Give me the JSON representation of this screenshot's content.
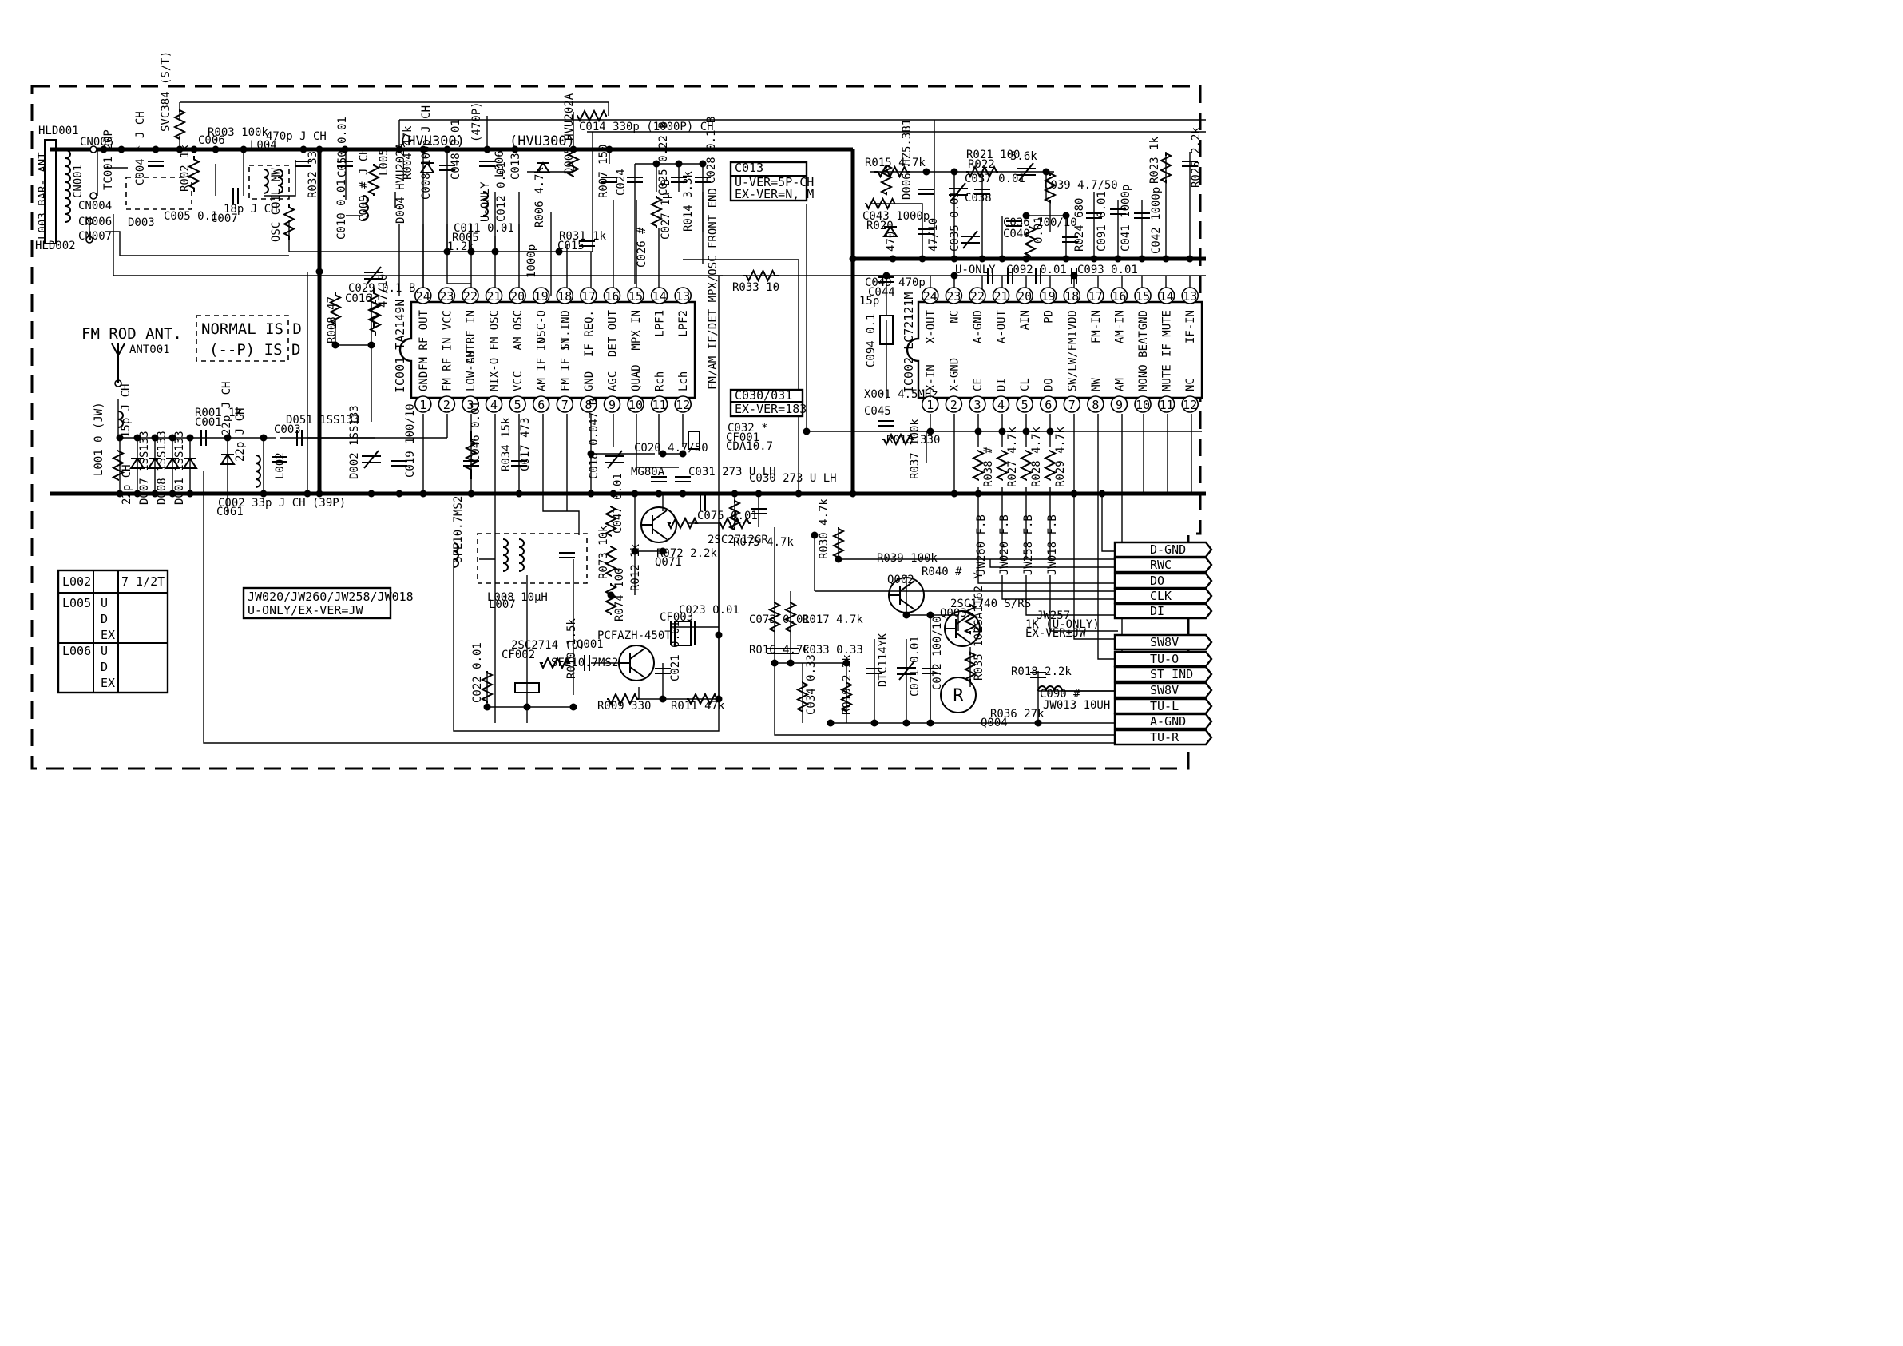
{
  "ic001": {
    "name": "IC001 TA2149N",
    "section_label": "FM/AM IF/DET MPX/OSC FRONT END",
    "top_pins": [
      {
        "num": "24",
        "label": "FM RF OUT"
      },
      {
        "num": "23",
        "label": "VCC"
      },
      {
        "num": "22",
        "label": "AM RF IN"
      },
      {
        "num": "21",
        "label": "FM OSC"
      },
      {
        "num": "20",
        "label": "AM OSC"
      },
      {
        "num": "19",
        "label": "OSC-O"
      },
      {
        "num": "18",
        "label": "ST.IND"
      },
      {
        "num": "17",
        "label": "IF REQ."
      },
      {
        "num": "16",
        "label": "DET OUT"
      },
      {
        "num": "15",
        "label": "MPX IN"
      },
      {
        "num": "14",
        "label": "LPF1"
      },
      {
        "num": "13",
        "label": "LPF2"
      }
    ],
    "bottom_pins": [
      {
        "num": "1",
        "label": "GND"
      },
      {
        "num": "2",
        "label": "FM RF IN"
      },
      {
        "num": "3",
        "label": "LOW-CUT"
      },
      {
        "num": "4",
        "label": "MIX-O"
      },
      {
        "num": "5",
        "label": "VCC"
      },
      {
        "num": "6",
        "label": "AM IF IN"
      },
      {
        "num": "7",
        "label": "FM IF IN"
      },
      {
        "num": "8",
        "label": "GND"
      },
      {
        "num": "9",
        "label": "AGC"
      },
      {
        "num": "10",
        "label": "QUAD"
      },
      {
        "num": "11",
        "label": "Rch"
      },
      {
        "num": "12",
        "label": "Lch"
      }
    ]
  },
  "ic002": {
    "name": "IC002 LC72121M",
    "top_pins": [
      {
        "num": "24",
        "label": "X-OUT"
      },
      {
        "num": "23",
        "label": "NC"
      },
      {
        "num": "22",
        "label": "A-GND"
      },
      {
        "num": "21",
        "label": "A-OUT"
      },
      {
        "num": "20",
        "label": "AIN"
      },
      {
        "num": "19",
        "label": "PD"
      },
      {
        "num": "18",
        "label": "VDD"
      },
      {
        "num": "17",
        "label": "FM-IN"
      },
      {
        "num": "16",
        "label": "AM-IN"
      },
      {
        "num": "15",
        "label": "GND"
      },
      {
        "num": "14",
        "label": "IF MUTE"
      },
      {
        "num": "13",
        "label": "IF-IN"
      }
    ],
    "bottom_pins": [
      {
        "num": "1",
        "label": "X-IN"
      },
      {
        "num": "2",
        "label": "X-GND"
      },
      {
        "num": "3",
        "label": "CE"
      },
      {
        "num": "4",
        "label": "DI"
      },
      {
        "num": "5",
        "label": "CL"
      },
      {
        "num": "6",
        "label": "DO"
      },
      {
        "num": "7",
        "label": "SW/LW/FM1"
      },
      {
        "num": "8",
        "label": "MW"
      },
      {
        "num": "9",
        "label": "AM"
      },
      {
        "num": "10",
        "label": "MONO BEAT"
      },
      {
        "num": "11",
        "label": "MUTE"
      },
      {
        "num": "12",
        "label": "NC"
      }
    ]
  },
  "notes": {
    "c013": {
      "title": "C013",
      "line1": "U-VER=5P-CH",
      "line2": "EX-VER=N, M"
    },
    "c030": {
      "title": "C030/031",
      "line1": "EX-VER=183"
    },
    "normal": {
      "line1": "NORMAL IS D",
      "line2": "(--P)  IS D"
    },
    "jw": {
      "line1": "JW020/JW260/JW258/JW018",
      "line2": "U-ONLY/EX-VER=JW"
    },
    "hvu_left": "(HVU300)",
    "hvu_right": "(HVU300)",
    "fm_rod_ant": "FM ROD ANT.",
    "ant001": "ANT001"
  },
  "connectors": [
    "D-GND",
    "RWC",
    "DO",
    "CLK",
    "DI",
    "SW8V",
    "TU-O",
    "ST IND",
    "SW8V",
    "TU-L",
    "A-GND",
    "TU-R"
  ],
  "coil_table": {
    "r1": {
      "part": "L002",
      "value": "7 1/2T"
    },
    "r2": {
      "part": "L005",
      "v1": "U",
      "v2": "D",
      "v3": "EX"
    },
    "r3": {
      "part": "L006",
      "v1": "U",
      "v2": "D",
      "v3": "EX"
    }
  },
  "labels": [
    {
      "t": "HLD001"
    },
    {
      "t": "HLD002"
    },
    {
      "t": "L003 BAR- ANT"
    },
    {
      "t": "CN005"
    },
    {
      "t": "CN004"
    },
    {
      "t": "CN006"
    },
    {
      "t": "CN007"
    },
    {
      "t": "CN001"
    },
    {
      "t": "TC001 20P"
    },
    {
      "t": "C004 * J CH"
    },
    {
      "t": "C005 0.1"
    },
    {
      "t": "D003"
    },
    {
      "t": "SVC384 (S/T)"
    },
    {
      "t": "R002 1k"
    },
    {
      "t": "R003 100k"
    },
    {
      "t": "C006"
    },
    {
      "t": "18p J CH"
    },
    {
      "t": "C007"
    },
    {
      "t": "470p J CH"
    },
    {
      "t": "L004"
    },
    {
      "t": "OSC COIL MW"
    },
    {
      "t": "R032 33"
    },
    {
      "t": "C050 0.01"
    },
    {
      "t": "C010 0.01"
    },
    {
      "t": "C009 # J CH"
    },
    {
      "t": "L005"
    },
    {
      "t": "R004 47k"
    },
    {
      "t": "D004 HVU202A"
    },
    {
      "t": "C008 100p J CH"
    },
    {
      "t": "(470P)"
    },
    {
      "t": "C048 0.01"
    },
    {
      "t": "C011 0.01"
    },
    {
      "t": "R005"
    },
    {
      "t": "1.2k"
    },
    {
      "t": "U-ONLY"
    },
    {
      "t": "L006"
    },
    {
      "t": "C012 0.01"
    },
    {
      "t": "C013"
    },
    {
      "t": "D005 HVU202A"
    },
    {
      "t": "R006 4.7k"
    },
    {
      "t": "C014 330p (1000P) CH"
    },
    {
      "t": "R031 1k"
    },
    {
      "t": "C015"
    },
    {
      "t": "1000p"
    },
    {
      "t": "R007 150"
    },
    {
      "t": "C024"
    },
    {
      "t": "C026 #"
    },
    {
      "t": "C025 0.22 B"
    },
    {
      "t": "C027 1μ B"
    },
    {
      "t": "R014 3.3k"
    },
    {
      "t": "C028 0.1 B"
    },
    {
      "t": "C029 0.1 B"
    },
    {
      "t": "C016"
    },
    {
      "t": "47/10"
    },
    {
      "t": "R008 47"
    },
    {
      "t": "R033 10"
    },
    {
      "t": "R015 4.7k"
    },
    {
      "t": "R021 100"
    },
    {
      "t": "R022"
    },
    {
      "t": "5.6k"
    },
    {
      "t": "C039 4.7/50"
    },
    {
      "t": "R023 1k"
    },
    {
      "t": "R025 2.2k"
    },
    {
      "t": "C043 1000p"
    },
    {
      "t": "R020"
    },
    {
      "t": "470"
    },
    {
      "t": "D006 HZ5.3B1"
    },
    {
      "t": "C037 0.01"
    },
    {
      "t": "C038"
    },
    {
      "t": "47/10"
    },
    {
      "t": "C035 0.01"
    },
    {
      "t": "C036 100/10"
    },
    {
      "t": "C040"
    },
    {
      "t": "0.01"
    },
    {
      "t": "R024 680"
    },
    {
      "t": "C091 0.01"
    },
    {
      "t": "C041 1000p"
    },
    {
      "t": "C042 1000p"
    },
    {
      "t": "C049 470p"
    },
    {
      "t": "C044"
    },
    {
      "t": "15p"
    },
    {
      "t": "U-ONLY"
    },
    {
      "t": "C092 0.01"
    },
    {
      "t": "C093 0.01"
    },
    {
      "t": "C094 0.1"
    },
    {
      "t": "X001 4.5MHz"
    },
    {
      "t": "C045"
    },
    {
      "t": "15p J CH"
    },
    {
      "t": "L001 0 (JW)"
    },
    {
      "t": "R001 1k"
    },
    {
      "t": "C001"
    },
    {
      "t": "22p J CH"
    },
    {
      "t": "D051 1SS133"
    },
    {
      "t": "C003"
    },
    {
      "t": "22p J CH"
    },
    {
      "t": "L002"
    },
    {
      "t": "C002 33p J CH (39P)"
    },
    {
      "t": "C061"
    },
    {
      "t": "22p CH"
    },
    {
      "t": "D007 1SS133"
    },
    {
      "t": "D008 1SS133"
    },
    {
      "t": "D001 1SS133"
    },
    {
      "t": "D002 1SS133"
    },
    {
      "t": "C019 100/10"
    },
    {
      "t": "C046 0.01"
    },
    {
      "t": "R034 15k"
    },
    {
      "t": "C017 473"
    },
    {
      "t": "C018 0.047 B"
    },
    {
      "t": "C020 4.7/50"
    },
    {
      "t": "C032 *"
    },
    {
      "t": "CF001"
    },
    {
      "t": "CDA10.7"
    },
    {
      "t": "MG80A"
    },
    {
      "t": "C031 273 U LH"
    },
    {
      "t": "C030 273 U LH"
    },
    {
      "t": "C075 0.01"
    },
    {
      "t": "C047 0.01"
    },
    {
      "t": "R072 2.2k"
    },
    {
      "t": "Q071"
    },
    {
      "t": "2SC2712GR"
    },
    {
      "t": "R075 4.7k"
    },
    {
      "t": "R073 10k"
    },
    {
      "t": "R012 1k"
    },
    {
      "t": "R074 100"
    },
    {
      "t": "C023 0.01"
    },
    {
      "t": "CF003"
    },
    {
      "t": "SFE10.7MS2"
    },
    {
      "t": "L008 10μH"
    },
    {
      "t": "L007"
    },
    {
      "t": "PCFAZH-450T"
    },
    {
      "t": "Q001"
    },
    {
      "t": "2SC2714 (O)"
    },
    {
      "t": "CF002"
    },
    {
      "t": "SFE10.7MS2"
    },
    {
      "t": "R010 1.5k"
    },
    {
      "t": "C021 0.01"
    },
    {
      "t": "C022 0.01"
    },
    {
      "t": "R009 330"
    },
    {
      "t": "R011 47k"
    },
    {
      "t": "R013 330"
    },
    {
      "t": "R037 100k"
    },
    {
      "t": "R038 #"
    },
    {
      "t": "R027 4.7k"
    },
    {
      "t": "R028 4.7k"
    },
    {
      "t": "R029 4.7k"
    },
    {
      "t": "R030 4.7k"
    },
    {
      "t": "R039 100k"
    },
    {
      "t": "R040 #"
    },
    {
      "t": "Q002"
    },
    {
      "t": "2SC1740 S/RS"
    },
    {
      "t": "Q003"
    },
    {
      "t": "2SA1162 Y"
    },
    {
      "t": "R035 10k"
    },
    {
      "t": "R036 27k"
    },
    {
      "t": "Q004"
    },
    {
      "t": "DTC114YK"
    },
    {
      "t": "C071 0.01"
    },
    {
      "t": "C072 100/10"
    },
    {
      "t": "C073 0.01"
    },
    {
      "t": "R017 4.7k"
    },
    {
      "t": "R016 4.7k"
    },
    {
      "t": "C033 0.33"
    },
    {
      "t": "C034 0.33"
    },
    {
      "t": "R019 2.2k"
    },
    {
      "t": "R018 2.2k"
    },
    {
      "t": "C090 #"
    },
    {
      "t": "JW013 10UH"
    },
    {
      "t": "JW257"
    },
    {
      "t": "1K (U-ONLY)"
    },
    {
      "t": "EX-VER±JW"
    },
    {
      "t": "JW260 F.B"
    },
    {
      "t": "JW020 F.B"
    },
    {
      "t": "JW258 F.B"
    },
    {
      "t": "JW018 F.B"
    }
  ]
}
